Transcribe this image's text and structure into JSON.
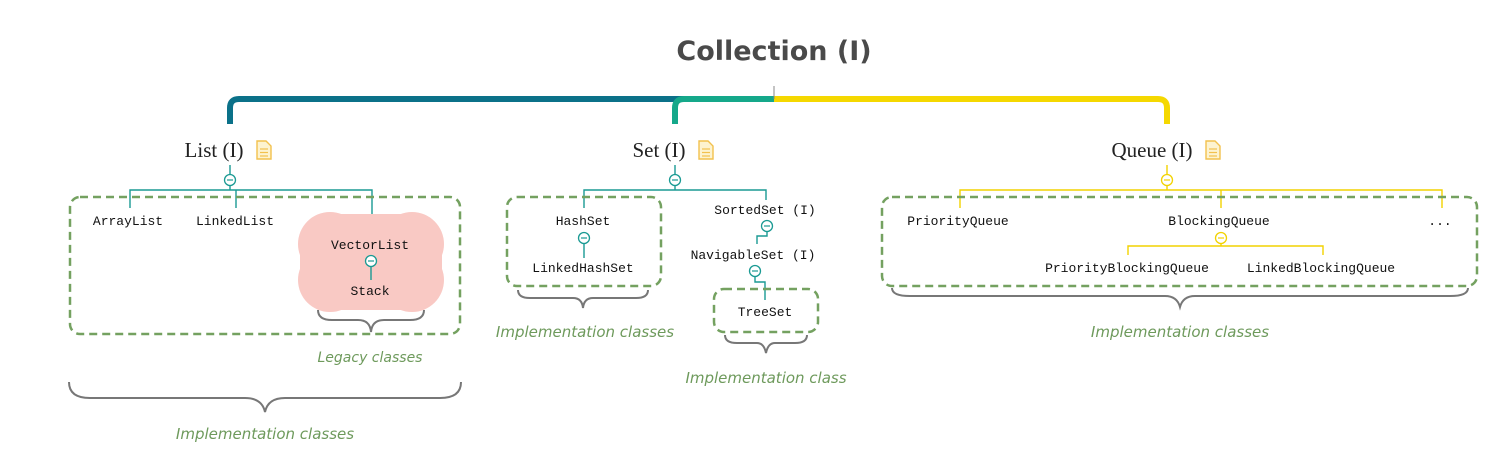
{
  "colors": {
    "list_branch": "#0b7189",
    "set_branch": "#15a88a",
    "queue_branch": "#f5d800",
    "teal_connector": "#1a9a93",
    "yellow_connector": "#f2d200",
    "dashed_box": "#74a160",
    "caption_text": "#6e9a5c",
    "legacy_cloud": "#f9c9c4",
    "note_icon": "#f2c14e"
  },
  "diagram": {
    "root": {
      "label": "Collection (I)"
    },
    "list": {
      "label": "List (I)",
      "icon": "note-icon",
      "classes": [
        "ArrayList",
        "LinkedList"
      ],
      "legacy": {
        "parent": "VectorList",
        "child": "Stack"
      },
      "legacy_caption": "Legacy classes",
      "implementation_caption": "Implementation classes"
    },
    "set": {
      "label": "Set (I)",
      "icon": "note-icon",
      "hashset": "HashSet",
      "linkedhashset": "LinkedHashSet",
      "sortedset": "SortedSet (I)",
      "navigableset": "NavigableSet (I)",
      "treeset": "TreeSet",
      "implementation_caption": "Implementation classes",
      "treeset_caption": "Implementation class"
    },
    "queue": {
      "label": "Queue (I)",
      "icon": "note-icon",
      "priorityqueue": "PriorityQueue",
      "blockingqueue": "BlockingQueue",
      "more": "...",
      "priorityblockingqueue": "PriorityBlockingQueue",
      "linkedblockingqueue": "LinkedBlockingQueue",
      "implementation_caption": "Implementation classes"
    }
  }
}
